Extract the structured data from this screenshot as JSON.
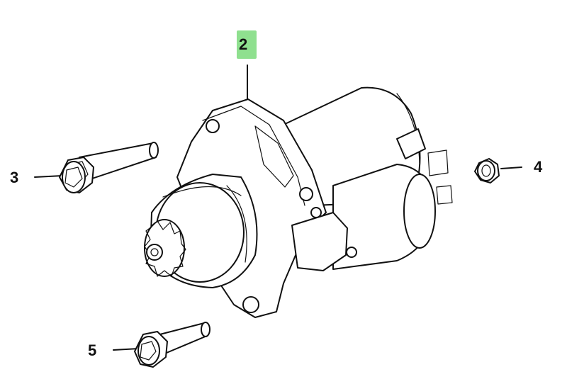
{
  "callouts": {
    "c2": "2",
    "c3": "3",
    "c4": "4",
    "c5": "5"
  },
  "colors": {
    "highlight": "#8fe08f",
    "line": "#111111",
    "background": "#ffffff"
  },
  "parts": [
    {
      "callout": "2",
      "icon": "starter-motor-icon"
    },
    {
      "callout": "3",
      "icon": "flange-bolt-icon"
    },
    {
      "callout": "4",
      "icon": "flange-nut-icon"
    },
    {
      "callout": "5",
      "icon": "flange-bolt-icon"
    }
  ]
}
